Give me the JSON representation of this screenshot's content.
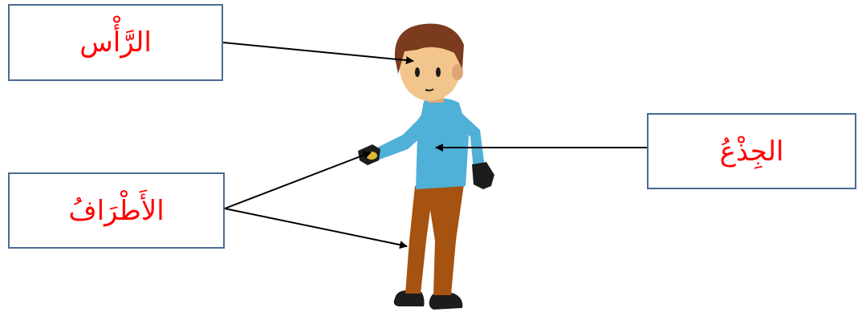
{
  "labels": {
    "head": "الرَّأْس",
    "trunk": "الجِذْعُ",
    "limbs": "الأَطْرَافُ"
  },
  "colors": {
    "label_text": "#ff0000",
    "box_border": "#4a6a92",
    "arrow": "#000000",
    "hair": "#7a3b1f",
    "skin": "#f2c58c",
    "shirt": "#4fb0d8",
    "pants": "#a65210",
    "shoes": "#1c1c1c",
    "glove": "#1c1c1c"
  },
  "figure": {
    "subject": "boy-standing",
    "icons": [
      "hair",
      "face",
      "shirt",
      "pants",
      "shoes",
      "glove"
    ]
  }
}
